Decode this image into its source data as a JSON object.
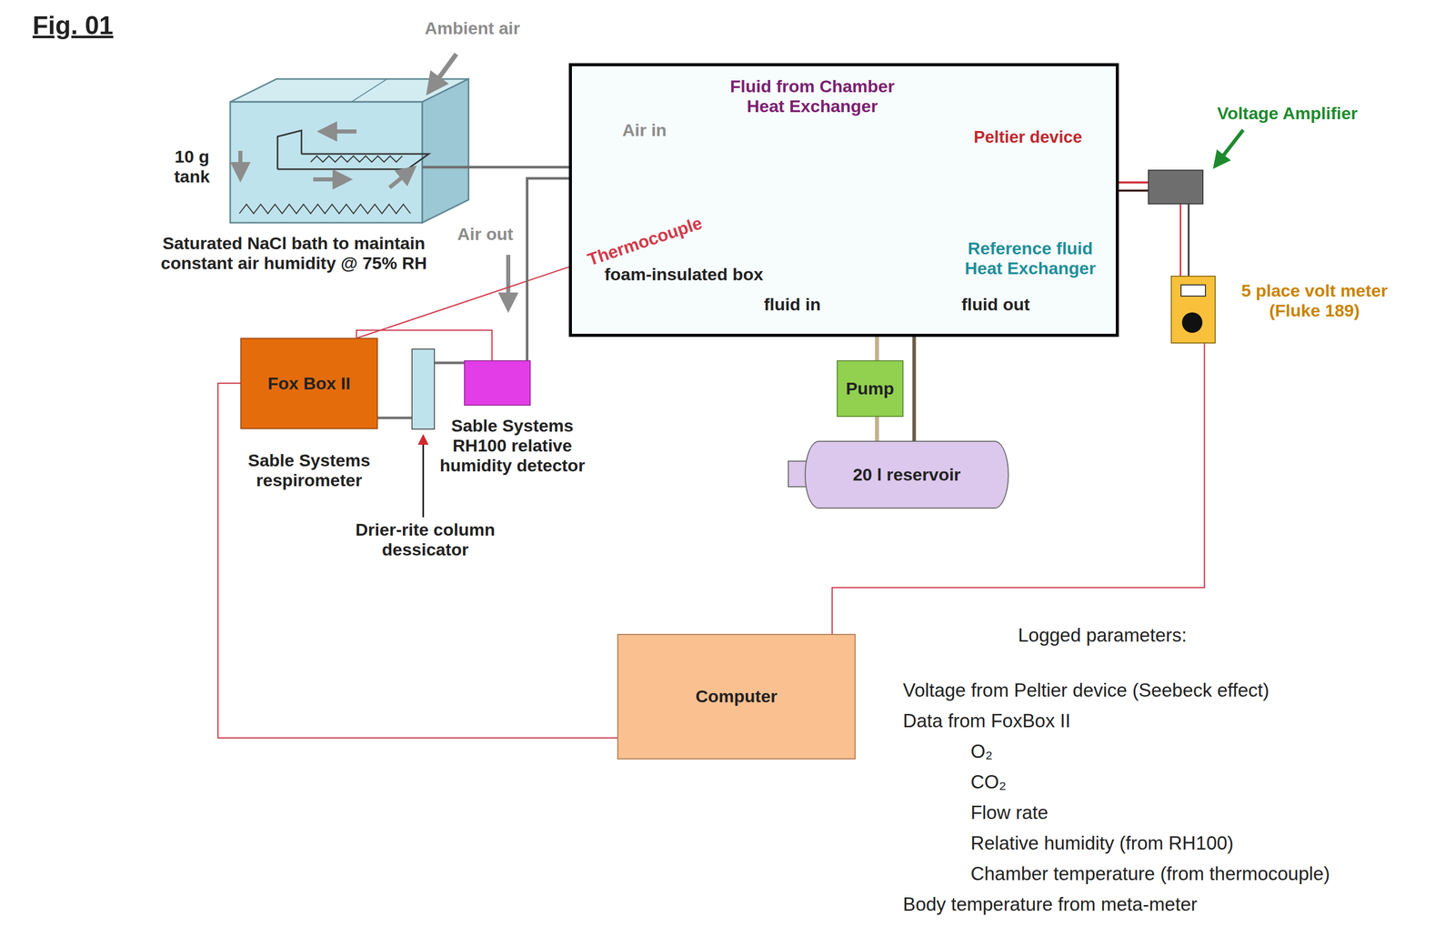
{
  "diagram": {
    "title": "Fig. 01",
    "nodes": [
      {
        "text": [
          "10 g tank",
          "Saturated NaCl bath to maintain constant air humidity @ 75% RH"
        ]
      },
      {
        "text": [
          "foam-insulated box"
        ]
      },
      {
        "text": [
          "Voltage Amplifier"
        ]
      },
      {
        "text": [
          "5 place volt meter (Fluke 189)"
        ]
      },
      {
        "text": [
          "Fox Box II",
          "Sable Systems respirometer"
        ]
      },
      {
        "text": [
          "Sable Systems RH100 relative humidity detector"
        ]
      },
      {
        "text": [
          "Pump"
        ]
      },
      {
        "text": [
          "20 l reservoir"
        ]
      },
      {
        "text": [
          "Computer"
        ]
      }
    ],
    "edges": [
      {
        "from": 0,
        "to": 1,
        "arrow": "none"
      },
      {
        "from": 1,
        "to": 5,
        "arrow": "none"
      },
      {
        "from": 5,
        "to": 4,
        "arrow": "none"
      },
      {
        "from": 4,
        "to": 8,
        "arrow": "none"
      },
      {
        "from": 3,
        "to": 8,
        "arrow": "none"
      },
      {
        "from": 2,
        "to": 3,
        "arrow": "none"
      },
      {
        "from": 6,
        "to": 1,
        "arrow": "none"
      },
      {
        "from": 7,
        "to": 6,
        "arrow": "none"
      },
      {
        "from": 7,
        "to": 1,
        "arrow": "none"
      }
    ],
    "labels": [
      "Ambient air",
      "Air in",
      "Air out",
      "Fluid from Chamber Heat Exchanger",
      "Peltier device",
      "Thermocouple",
      "Reference fluid Heat Exchanger",
      "fluid in",
      "fluid out",
      "Drier-rite column dessicator",
      "Logged parameters:",
      "Voltage from Peltier device (Seebeck effect)",
      "Data from FoxBox II",
      "O₂",
      "CO₂",
      "Flow rate",
      "Relative humidity (from RH100)",
      "Chamber temperature (from thermocouple)",
      "Body temperature from meta-meter"
    ]
  }
}
